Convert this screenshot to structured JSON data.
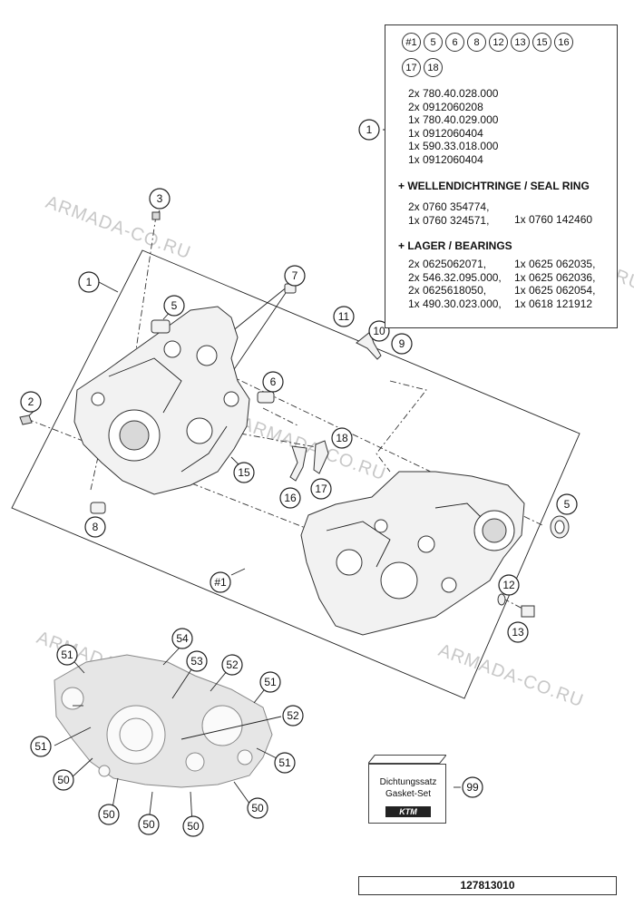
{
  "info_box": {
    "badges_row1": [
      "#1",
      "5",
      "6",
      "8",
      "12",
      "13",
      "15",
      "16"
    ],
    "badges_row2": [
      "17",
      "18"
    ],
    "part_lines": "2x 780.40.028.000\n2x 0912060208\n1x 780.40.029.000\n1x 0912060404\n1x 590.33.018.000\n1x 0912060404",
    "callout": "1",
    "seal_heading": "+ WELLENDICHTRINGE /  SEAL RING",
    "seal_left": "2x 0760 354774,\n1x 0760 324571,",
    "seal_right": "1x 0760 142460",
    "bearing_heading": "+ LAGER / BEARINGS",
    "bearing_left": "2x 0625062071,\n2x 546.32.095.000,\n2x 0625618050,\n1x 490.30.023.000,",
    "bearing_right": "1x 0625 062035,\n1x 0625 062036,\n1x 0625 062054,\n1x 0618 121912"
  },
  "callouts": {
    "c1": "1",
    "c2": "2",
    "c3": "3",
    "c5a": "5",
    "c5b": "5",
    "c6": "6",
    "c7": "7",
    "c8": "8",
    "c9": "9",
    "c10": "10",
    "c11": "11",
    "c12": "12",
    "c13": "13",
    "c15": "15",
    "c16": "16",
    "c17": "17",
    "c18": "18",
    "c1b": "#1",
    "c54": "54",
    "c53": "53",
    "c52a": "52",
    "c52b": "52",
    "c51a": "51",
    "c51b": "51",
    "c51c": "51",
    "c51d": "51",
    "c50a": "50",
    "c50b": "50",
    "c50c": "50",
    "c50d": "50",
    "c50e": "50",
    "c99": "99"
  },
  "gasket_set": {
    "line1": "Dichtungssatz",
    "line2": "Gasket-Set",
    "logo": "KTM"
  },
  "watermark": "ARMADA-CO.RU",
  "doc_number": "127813010"
}
